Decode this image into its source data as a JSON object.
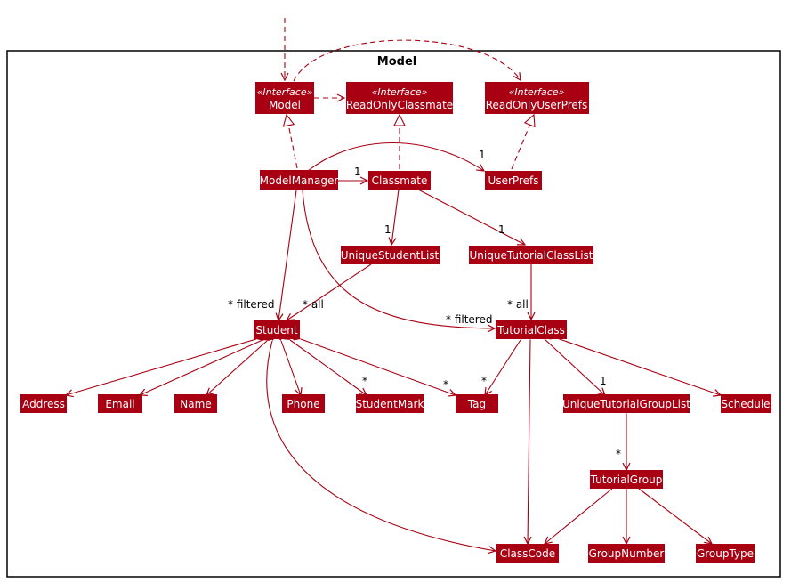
{
  "package": {
    "title": "Model"
  },
  "stereotype": "«Interface»",
  "nodes": {
    "model": "Model",
    "read_only_classmate": "ReadOnlyClassmate",
    "read_only_user_prefs": "ReadOnlyUserPrefs",
    "model_manager": "ModelManager",
    "classmate": "Classmate",
    "user_prefs": "UserPrefs",
    "unique_student_list": "UniqueStudentList",
    "unique_tutorial_class_list": "UniqueTutorialClassList",
    "student": "Student",
    "tutorial_class": "TutorialClass",
    "address": "Address",
    "email": "Email",
    "name": "Name",
    "phone": "Phone",
    "student_mark": "StudentMark",
    "tag": "Tag",
    "unique_tutorial_group_list": "UniqueTutorialGroupList",
    "schedule": "Schedule",
    "tutorial_group": "TutorialGroup",
    "class_code": "ClassCode",
    "group_number": "GroupNumber",
    "group_type": "GroupType"
  },
  "multiplicities": {
    "mm_classmate": "1",
    "mm_userprefs": "1",
    "cm_usl": "1",
    "cm_utcl": "1",
    "filtered_student": "* filtered",
    "all_student": "* all",
    "filtered_tc": "* filtered",
    "all_tc": "* all",
    "student_mark": "*",
    "student_tag": "*",
    "tc_tag": "*",
    "tc_utgl": "1",
    "utgl_tg": "*"
  },
  "colors": {
    "class_fill": "#a80012",
    "class_text": "#ffffff",
    "edge": "#a80012"
  }
}
